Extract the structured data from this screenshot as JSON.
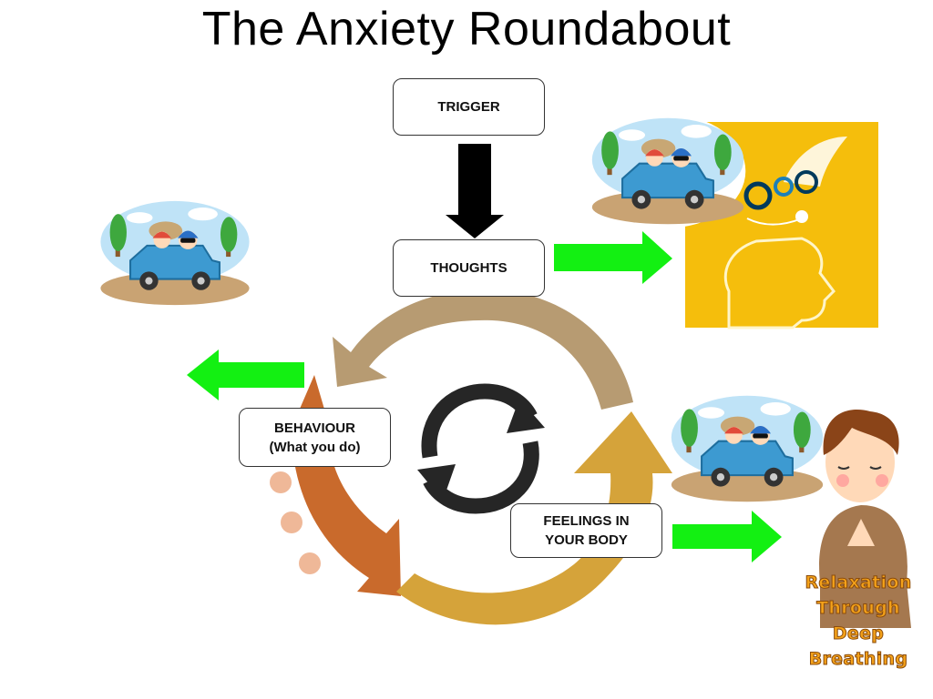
{
  "title": "The Anxiety Roundabout",
  "boxes": {
    "trigger": "TRIGGER",
    "thoughts": "THOUGHTS",
    "behaviour_line1": "BEHAVIOUR",
    "behaviour_line2": "(What you do)",
    "feelings_line1": "FEELINGS IN",
    "feelings_line2": "YOUR BODY"
  },
  "relaxation_caption": {
    "line1": "Relaxation Through",
    "line2": "Deep Breathing"
  },
  "colors": {
    "arrow_green": "#13f012",
    "cycle_tan": "#b79b72",
    "cycle_orange": "#c96a2c",
    "cycle_gold": "#d5a33a",
    "head_yellow": "#f5be0c"
  },
  "icons": [
    "down-arrow-icon",
    "green-arrow-right-icon",
    "green-arrow-left-icon",
    "refresh-cycle-icon",
    "car-picture",
    "head-picture",
    "boy-picture"
  ]
}
